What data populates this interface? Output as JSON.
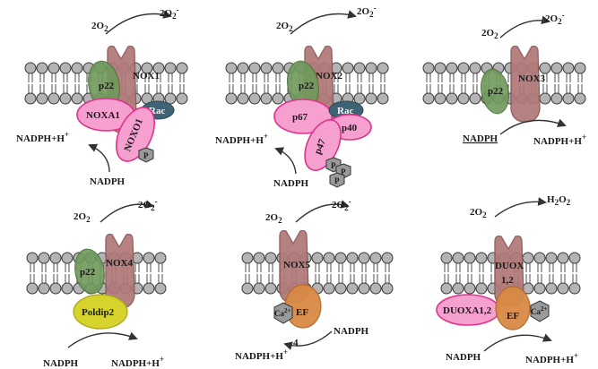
{
  "panels": [
    {
      "id": "nox1",
      "enzyme": "NOX1",
      "substrate": "2O",
      "substrate_sub": "2",
      "product": "2O",
      "product_sub": "2",
      "product_sup": "-",
      "subunits": [
        "p22",
        "NOXA1",
        "Rac",
        "NOXO1",
        "P"
      ],
      "nadph": "NADPH",
      "nadph_product": "NADPH+H",
      "nadph_product_sup": "+"
    },
    {
      "id": "nox2",
      "enzyme": "NOX2",
      "substrate": "2O",
      "substrate_sub": "2",
      "product": "2O",
      "product_sub": "2",
      "product_sup": "-",
      "subunits": [
        "p22",
        "p67",
        "Rac",
        "p40",
        "p47",
        "P",
        "P",
        "P"
      ],
      "nadph": "NADPH",
      "nadph_product": "NADPH+H",
      "nadph_product_sup": "+"
    },
    {
      "id": "nox3",
      "enzyme": "NOX3",
      "substrate": "2O",
      "substrate_sub": "2",
      "product": "2O",
      "product_sub": "2",
      "product_sup": "-",
      "subunits": [
        "p22"
      ],
      "nadph": "NADPH",
      "nadph_product": "NADPH+H",
      "nadph_product_sup": "+"
    },
    {
      "id": "nox4",
      "enzyme": "NOX4",
      "substrate": "2O",
      "substrate_sub": "2",
      "product": "2O",
      "product_sub": "2",
      "product_sup": "-",
      "subunits": [
        "p22",
        "Poldip2"
      ],
      "nadph": "NADPH",
      "nadph_product": "NADPH+H",
      "nadph_product_sup": "+"
    },
    {
      "id": "nox5",
      "enzyme": "NOX5",
      "substrate": "2O",
      "substrate_sub": "2",
      "product": "2O",
      "product_sub": "2",
      "product_sup": "-",
      "subunits": [
        "Ca",
        "EF"
      ],
      "ca_sup": "2+",
      "stray_digit": "4",
      "nadph": "NADPH",
      "nadph_product": "NADPH+H",
      "nadph_product_sup": "+"
    },
    {
      "id": "duox",
      "enzyme": "DUOX",
      "enzyme_line2": "1,2",
      "substrate": "2O",
      "substrate_sub": "2",
      "product": "H",
      "product_sub": "2",
      "product_mid": "O",
      "product_sub2": "2",
      "subunits": [
        "DUOXA1,2",
        "EF",
        "Ca"
      ],
      "ca_sup": "2+",
      "nadph": "NADPH",
      "nadph_product": "NADPH+H",
      "nadph_product_sup": "+"
    }
  ]
}
